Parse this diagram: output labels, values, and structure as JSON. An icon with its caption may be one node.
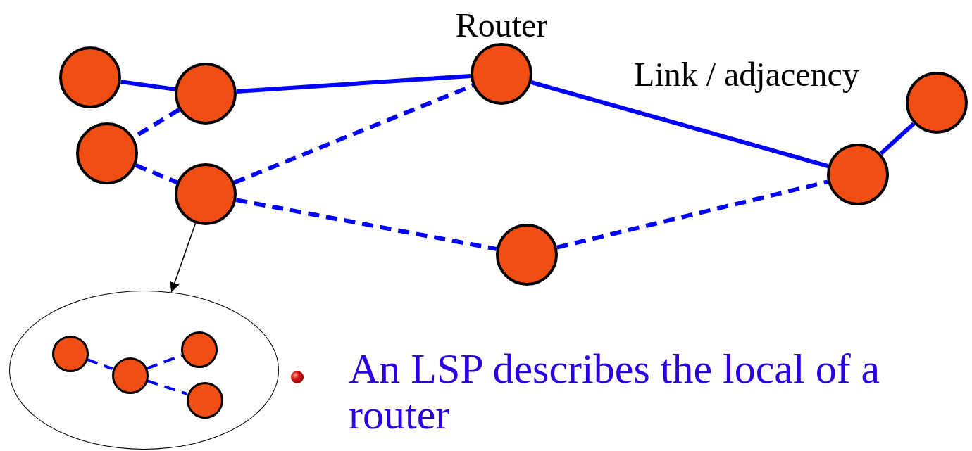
{
  "diagram": {
    "nodes": [
      {
        "text": [],
        "shape": "circle"
      },
      {
        "text": [],
        "shape": "circle"
      },
      {
        "text": [],
        "shape": "circle"
      },
      {
        "text": [],
        "shape": "circle",
        "beside": [
          "Router"
        ]
      },
      {
        "text": [],
        "shape": "circle"
      },
      {
        "text": [],
        "shape": "circle"
      },
      {
        "text": [],
        "shape": "circle"
      },
      {
        "text": [],
        "shape": "circle"
      },
      {
        "text": [],
        "shape": "ellipse"
      },
      {
        "text": [],
        "shape": "circle",
        "in": 8
      },
      {
        "text": [],
        "shape": "circle",
        "in": 8
      },
      {
        "text": [],
        "shape": "circle",
        "in": 8
      },
      {
        "text": [],
        "shape": "circle",
        "in": 8
      }
    ],
    "edges": [
      {
        "from": 0,
        "to": 1,
        "arrow": "none"
      },
      {
        "from": 1,
        "to": 3,
        "arrow": "none"
      },
      {
        "from": 3,
        "to": 5,
        "arrow": "none",
        "label": "Link / adjacency"
      },
      {
        "from": 5,
        "to": 4,
        "arrow": "none"
      },
      {
        "from": 1,
        "to": 2,
        "arrow": "none",
        "style": "dashed"
      },
      {
        "from": 2,
        "to": 6,
        "arrow": "none",
        "style": "dashed"
      },
      {
        "from": 6,
        "to": 3,
        "arrow": "none",
        "style": "dashed"
      },
      {
        "from": 6,
        "to": 7,
        "arrow": "none",
        "style": "dashed"
      },
      {
        "from": 7,
        "to": 5,
        "arrow": "none",
        "style": "dashed"
      },
      {
        "from": 6,
        "to": 8,
        "arrow": "to",
        "color": "#000000"
      },
      {
        "from": 9,
        "to": 10,
        "arrow": "none",
        "style": "dashed"
      },
      {
        "from": 10,
        "to": 11,
        "arrow": "none",
        "style": "dashed"
      },
      {
        "from": 10,
        "to": 12,
        "arrow": "none",
        "style": "dashed"
      }
    ],
    "labels": [
      "An LSP describes the local of a router"
    ]
  }
}
